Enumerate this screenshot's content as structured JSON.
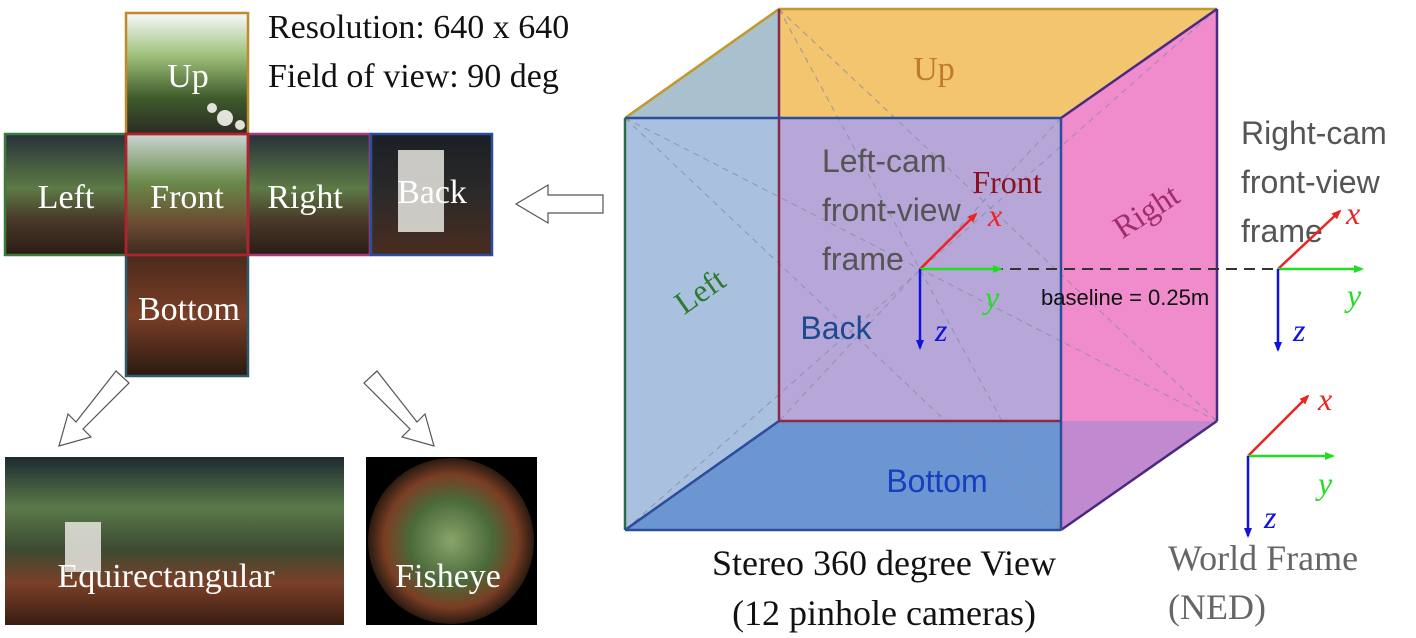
{
  "cubemap": {
    "faces": {
      "up": "Up",
      "left": "Left",
      "front": "Front",
      "right": "Right",
      "back": "Back",
      "bottom": "Bottom"
    },
    "resolution": "Resolution: 640 x 640",
    "fov": "Field of view: 90 deg"
  },
  "projections": {
    "equirect": "Equirectangular",
    "fisheye": "Fisheye"
  },
  "cube": {
    "faces": {
      "up": "Up",
      "left": "Left",
      "front": "Front",
      "right": "Right",
      "back": "Back",
      "bottom": "Bottom"
    },
    "caption_line1": "Stereo 360 degree View",
    "caption_line2": "(12 pinhole cameras)"
  },
  "left_cam": {
    "line1": "Left-cam",
    "line2": "front-view",
    "line3": "frame"
  },
  "right_cam": {
    "line1": "Right-cam",
    "line2": "front-view",
    "line3": "frame"
  },
  "baseline": "baseline = 0.25m",
  "axes": {
    "x": "x",
    "y": "y",
    "z": "z"
  },
  "world": {
    "line1": "World Frame",
    "line2": "(NED)"
  },
  "colors": {
    "x_axis": "#ee2222",
    "y_axis": "#22dd22",
    "z_axis": "#1111dd",
    "up_face": "#f2c56e",
    "left_face": "#9dbbdd",
    "right_face": "#f08ccc",
    "bottom_face": "#6a96d2",
    "back_face": "#bca8d8",
    "up_border": "#c08a2c",
    "left_border": "#3c7a3c",
    "front_border": "#b0222c",
    "right_border": "#a03c7c",
    "back_border": "#2c4c9c",
    "bottom_border": "#2c5c6c"
  }
}
